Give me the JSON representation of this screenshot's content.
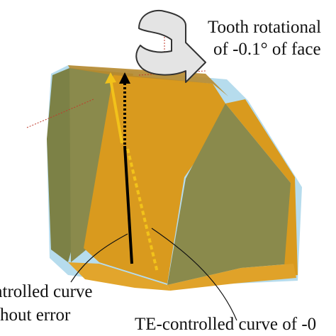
{
  "labels": {
    "rotation_line1": "Tooth rotational",
    "rotation_line2": "of -0.1° of face",
    "controlled_line1": "ntrolled curve",
    "controlled_line2": "hout error",
    "te_controlled": "TE-controlled curve of -0"
  },
  "colors": {
    "tooth_orange": "#d99a1e",
    "tooth_orange_light": "#e8a92a",
    "tooth_olive": "#8a8a4c",
    "tooth_olive_dark": "#6f7440",
    "deviation_cyan": "#a9d6ea",
    "yellow_curve": "#f2c21a",
    "black_curve": "#000000",
    "arrow_fill": "#e4e4e4",
    "reference_red": "#c0392b"
  },
  "icons": {
    "rotation_arrow": "curved-rotation-arrow"
  }
}
